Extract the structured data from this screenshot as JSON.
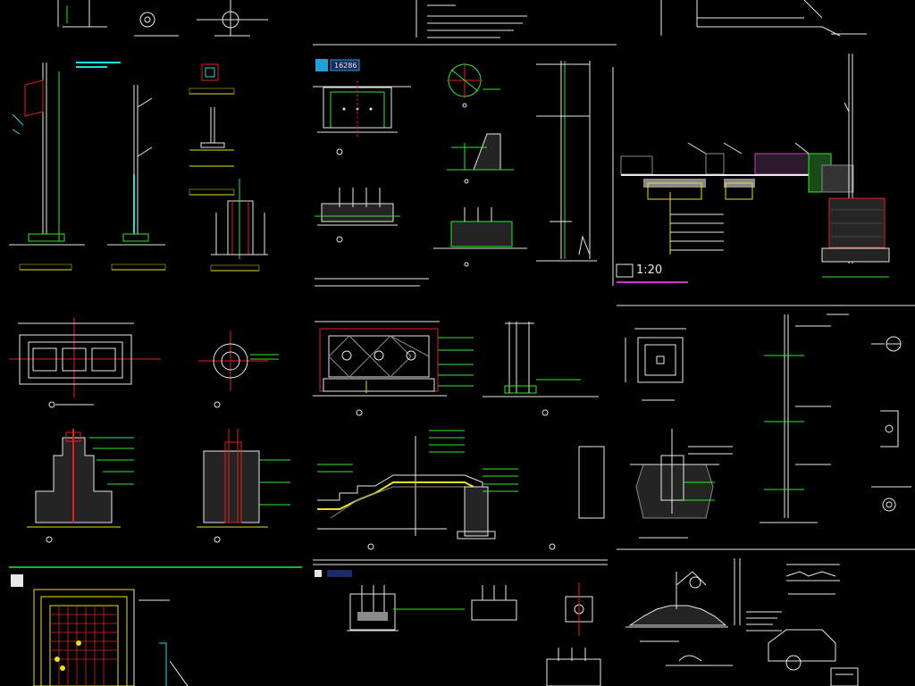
{
  "colors": {
    "background": "#000000",
    "line_white": "#e8e8e8",
    "line_green": "#2ee82e",
    "line_red": "#e02020",
    "line_cyan": "#20e0e0",
    "line_yellow": "#e8e020",
    "line_magenta": "#c040c0",
    "hatch_grey": "#8a8a8a"
  },
  "labels": {
    "scale_1_20": "1:20",
    "dim_16286": "16286"
  },
  "icons": [
    "cad-drawing-sheet",
    "section-hatch",
    "dimension-line",
    "callout-circle"
  ]
}
